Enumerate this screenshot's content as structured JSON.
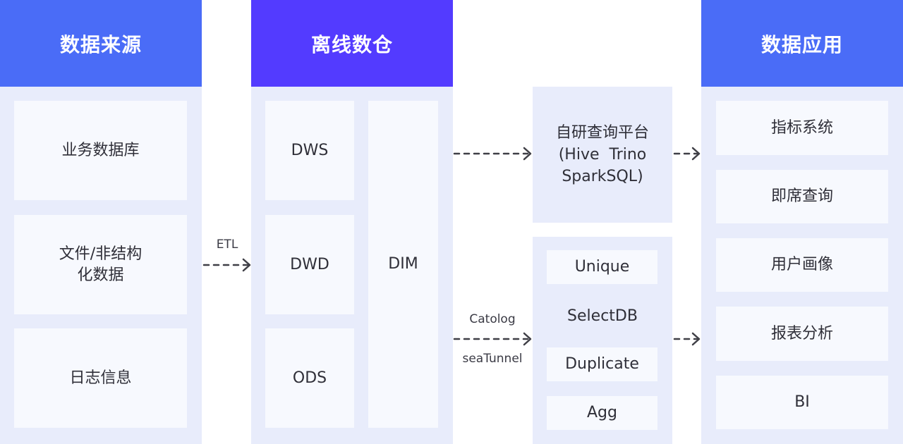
{
  "colors": {
    "header_blue": "#4a6cf7",
    "header_violet": "#533bff",
    "column_bg": "#e8ecfb",
    "card_bg": "#f7f9fe",
    "arrow": "#3f3f46"
  },
  "sources": {
    "title": "数据来源",
    "items": [
      {
        "lines": [
          "业务数据库"
        ]
      },
      {
        "lines": [
          "文件/非结构",
          "化数据"
        ]
      },
      {
        "lines": [
          "日志信息"
        ]
      }
    ]
  },
  "edge_etl": {
    "label": "ETL"
  },
  "warehouse": {
    "title": "离线数仓",
    "layers": [
      "DWS",
      "DWD",
      "ODS"
    ],
    "dim": "DIM"
  },
  "edge_bottom": {
    "label_top": "Catolog",
    "label_bottom": "seaTunnel"
  },
  "query_platform": {
    "lines": [
      "自研查询平台",
      "(Hive  Trino",
      "SparkSQL)"
    ]
  },
  "selectdb": {
    "name": "SelectDB",
    "models": [
      "Unique",
      "Duplicate",
      "Agg"
    ]
  },
  "applications": {
    "title": "数据应用",
    "items": [
      "指标系统",
      "即席查询",
      "用户画像",
      "报表分析",
      "BI"
    ]
  }
}
